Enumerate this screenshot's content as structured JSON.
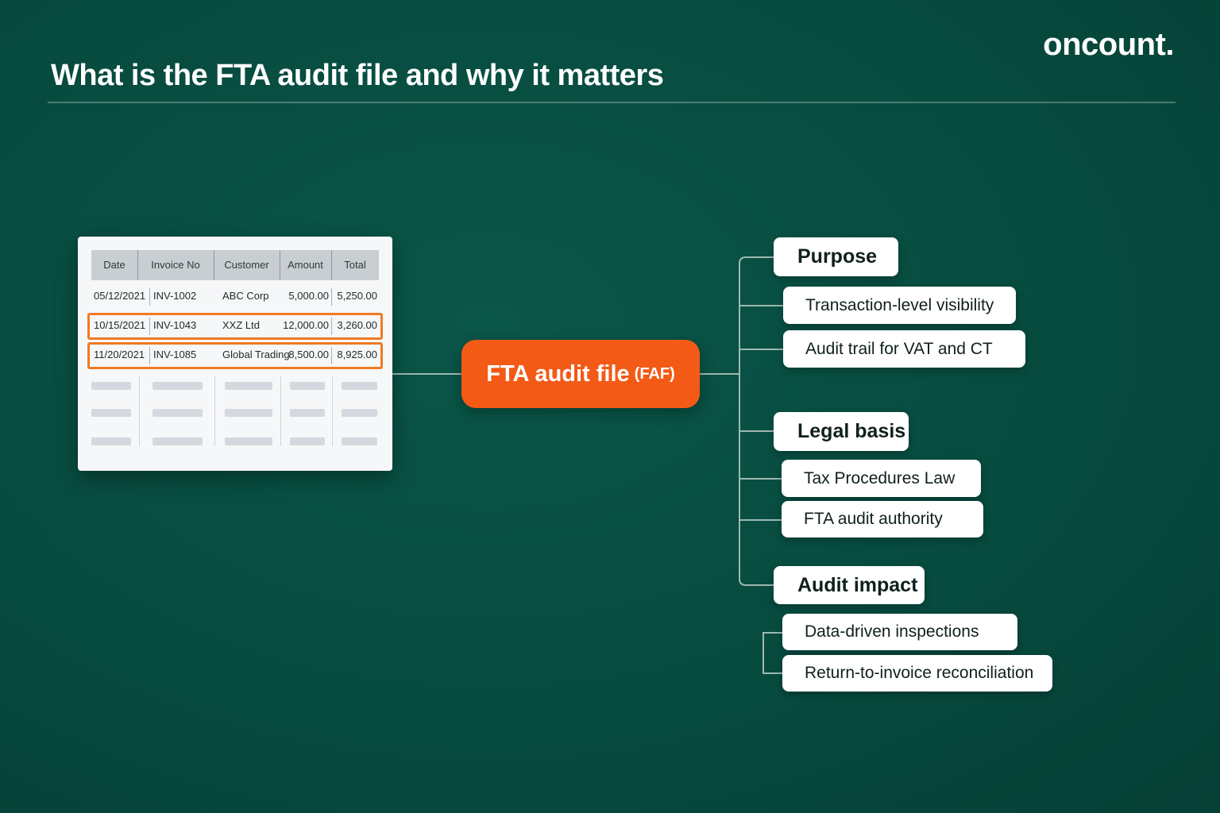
{
  "header": {
    "title": "What is the FTA audit file and why it matters",
    "logo": "oncount."
  },
  "spreadsheet": {
    "columns": [
      "Date",
      "Invoice No",
      "Customer",
      "Amount",
      "Total"
    ],
    "rows": [
      [
        "05/12/2021",
        "INV-1002",
        "ABC Corp",
        "5,000.00",
        "5,250.00"
      ],
      [
        "10/15/2021",
        "INV-1043",
        "XXZ Ltd",
        "12,000.00",
        "3,260.00"
      ],
      [
        "11/20/2021",
        "INV-1085",
        "Global Trading",
        "8,500.00",
        "8,925.00"
      ]
    ],
    "highlighted_rows": [
      1,
      2
    ],
    "highlight_color": "#f07a22"
  },
  "center": {
    "label": "FTA audit file",
    "sub": "(FAF)",
    "color": "#f25a16"
  },
  "tree": {
    "categories": [
      {
        "label": "Purpose",
        "items": [
          "Transaction-level visibility",
          "Audit trail for VAT and CT"
        ]
      },
      {
        "label": "Legal basis",
        "items": [
          "Tax Procedures Law",
          "FTA audit authority"
        ]
      },
      {
        "label": "Audit impact",
        "items": [
          "Data-driven inspections",
          "Return-to-invoice reconciliation"
        ]
      }
    ]
  },
  "colors": {
    "background": "#074a3e",
    "connector": "#9fb8b1"
  }
}
